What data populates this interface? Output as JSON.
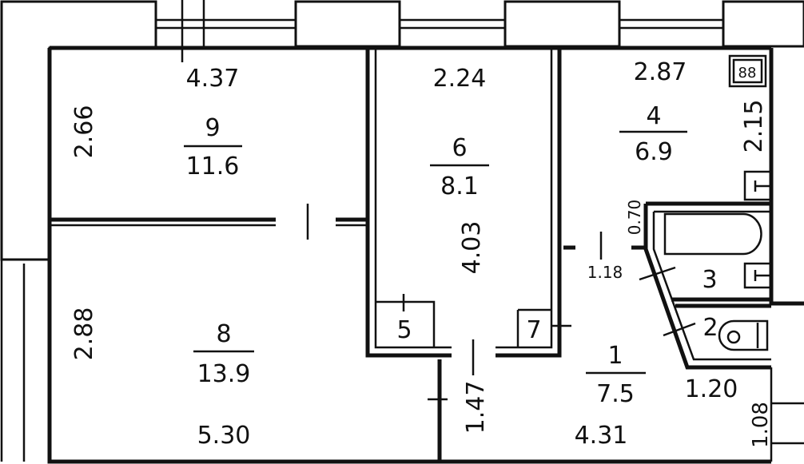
{
  "rooms": [
    {
      "id": "9",
      "area": "11.6",
      "width": "4.37",
      "length": "2.66"
    },
    {
      "id": "6",
      "area": "8.1",
      "width": "2.24",
      "length": "4.03"
    },
    {
      "id": "4",
      "area": "6.9",
      "width": "2.87",
      "length": "2.15"
    },
    {
      "id": "8",
      "area": "13.9",
      "width": "5.30",
      "length": "2.88"
    },
    {
      "id": "1",
      "area": "7.5",
      "width": "4.31",
      "length": "1.47"
    },
    {
      "id": "3"
    },
    {
      "id": "2"
    },
    {
      "id": "5"
    },
    {
      "id": "7"
    }
  ],
  "dimensions": {
    "door_bath": "1.18",
    "bath_depth": "0.70",
    "wc_width": "1.20",
    "entry": "1.08"
  },
  "symbols": {
    "stove": "88"
  }
}
